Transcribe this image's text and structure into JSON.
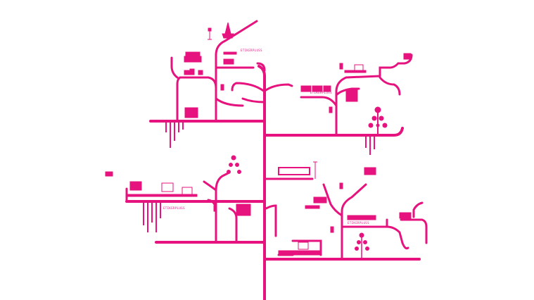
{
  "palette": {
    "tree": "#e6137f",
    "background": "#ffffff"
  },
  "labels": {
    "brand_1": "ETIKERPLUSS",
    "brand_2": "ETIKERPLUSS",
    "brand_3": "ETIKERPLUSS",
    "brand_4": "ETIKERPLUSS"
  },
  "icons": [
    "trunk",
    "branch",
    "sofa-icon",
    "lamp-icon",
    "chair-icon",
    "desk-icon",
    "computer-monitor-icon",
    "armchair-icon",
    "shelf-icon",
    "sticky-notes-board-icon",
    "potted-plant-icon",
    "tree-of-dots-icon",
    "cable-drip-icon",
    "battery-icon",
    "tv-bench-icon"
  ]
}
